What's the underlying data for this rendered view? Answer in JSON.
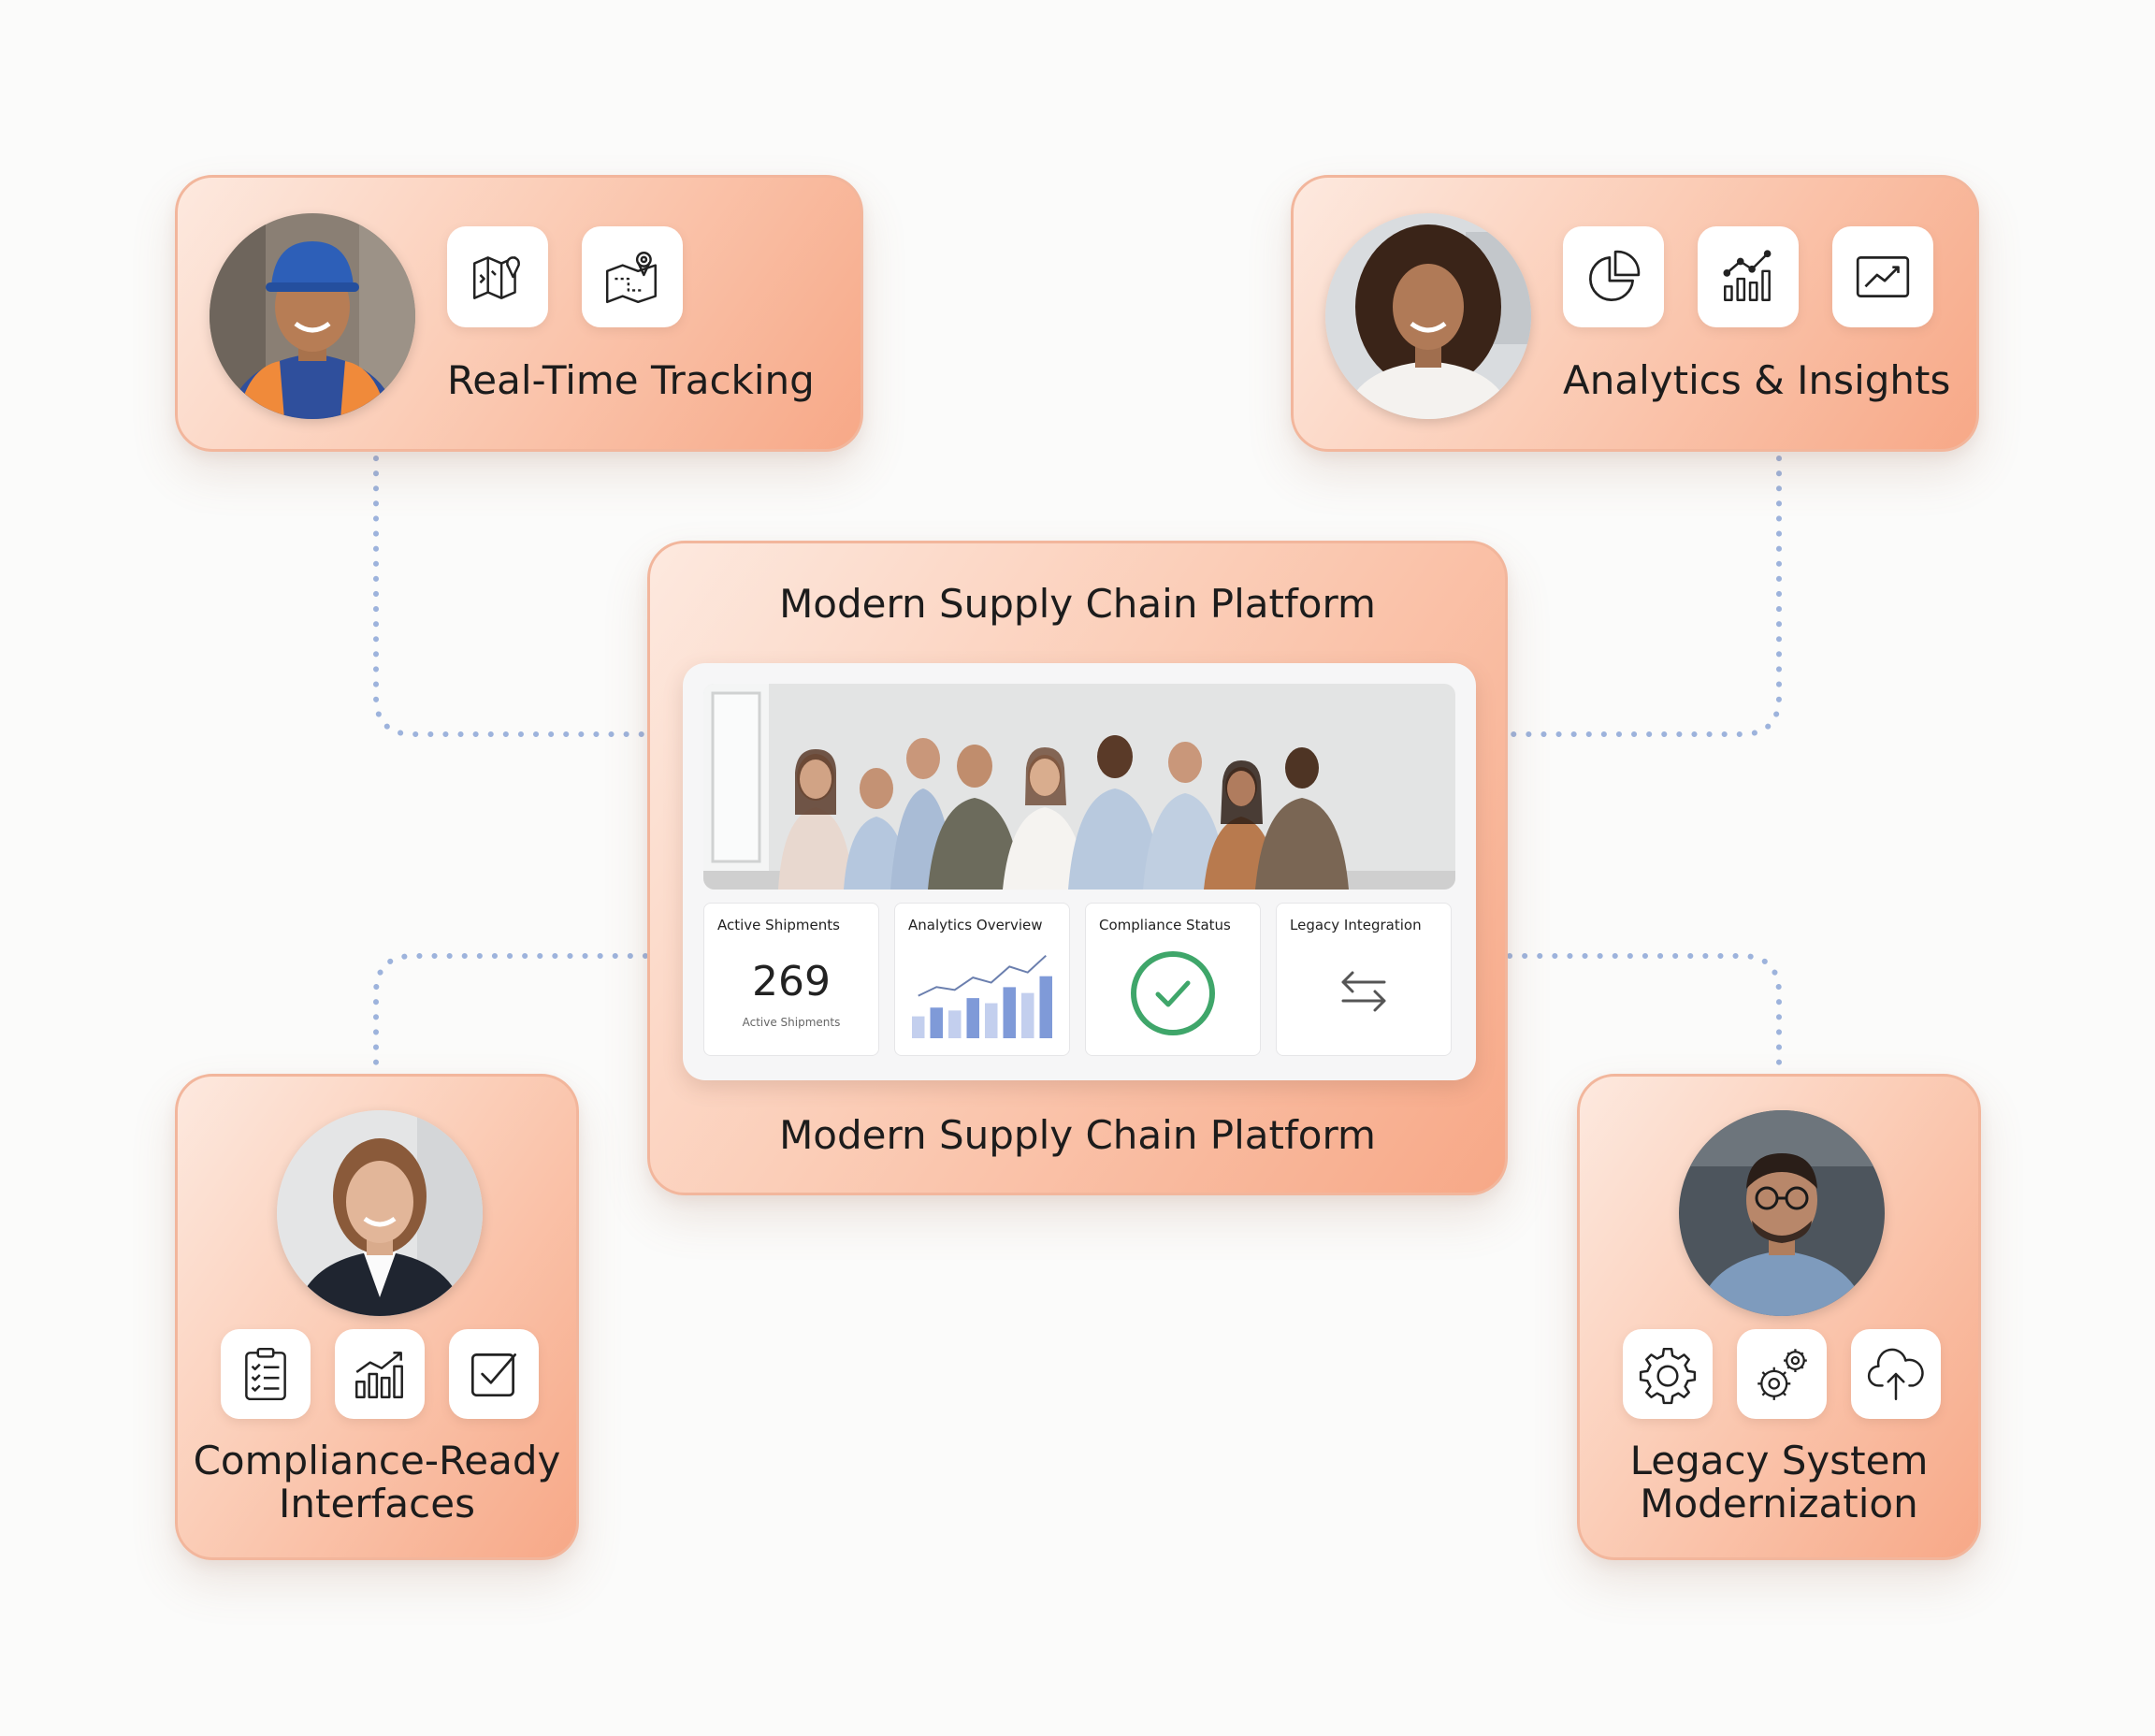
{
  "cards": {
    "tracking": {
      "title": "Real-Time Tracking",
      "icons": [
        "map-pin-icon",
        "route-map-icon"
      ]
    },
    "analytics": {
      "title": "Analytics & Insights",
      "icons": [
        "pie-chart-icon",
        "bar-line-chart-icon",
        "trend-chart-icon"
      ]
    },
    "compliance": {
      "title_line1": "Compliance-Ready",
      "title_line2": "Interfaces",
      "icons": [
        "checklist-clipboard-icon",
        "bar-growth-chart-icon",
        "checkbox-icon"
      ]
    },
    "legacy": {
      "title_line1": "Legacy System",
      "title_line2": "Modernization",
      "icons": [
        "gear-icon",
        "gears-icon",
        "cloud-upload-icon"
      ]
    }
  },
  "platform": {
    "title": "Modern Supply Chain Platform",
    "caption": "Modern Supply Chain Platform",
    "panels": {
      "shipments": {
        "title": "Active Shipments",
        "value": "269",
        "sub_label": "Active Shipments"
      },
      "analytics": {
        "title": "Analytics Overview",
        "bar_values": [
          0.3,
          0.42,
          0.38,
          0.55,
          0.48,
          0.7,
          0.62,
          0.85
        ]
      },
      "compliance": {
        "title": "Compliance Status",
        "status": "check-circle-icon"
      },
      "legacy": {
        "title": "Legacy Integration",
        "icon": "swap-arrows-icon"
      }
    }
  },
  "colors": {
    "card_gradient_start": "#fde9df",
    "card_gradient_end": "#f7a887",
    "connector": "#9db3dc",
    "chart_bar": "#7f9ad8",
    "chart_bar_light": "#c3cfee",
    "success": "#3fa66a"
  }
}
